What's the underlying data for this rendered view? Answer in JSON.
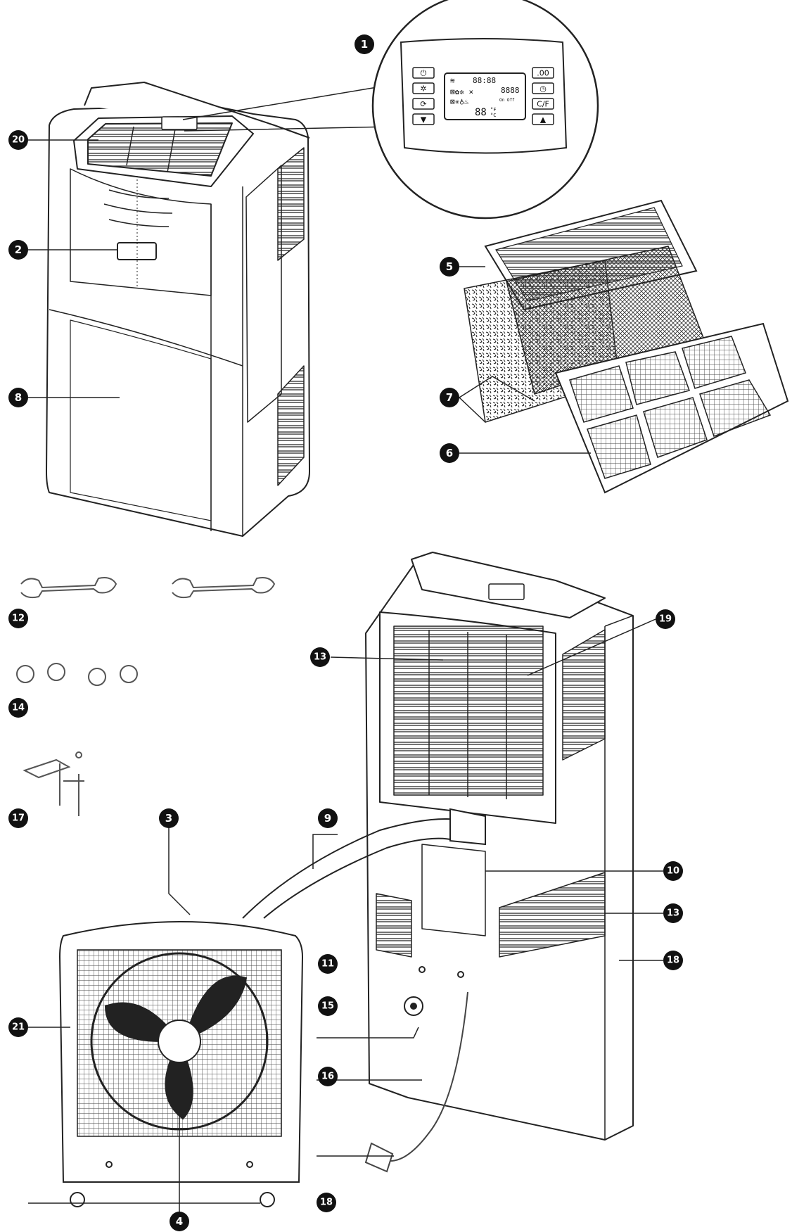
{
  "callouts": [
    {
      "id": "1",
      "label": "1"
    },
    {
      "id": "2",
      "label": "2"
    },
    {
      "id": "3",
      "label": "3"
    },
    {
      "id": "4",
      "label": "4"
    },
    {
      "id": "5",
      "label": "5"
    },
    {
      "id": "6",
      "label": "6"
    },
    {
      "id": "7",
      "label": "7"
    },
    {
      "id": "8",
      "label": "8"
    },
    {
      "id": "9",
      "label": "9"
    },
    {
      "id": "10",
      "label": "10"
    },
    {
      "id": "11",
      "label": "11"
    },
    {
      "id": "12",
      "label": "12"
    },
    {
      "id": "13a",
      "label": "13"
    },
    {
      "id": "13b",
      "label": "13"
    },
    {
      "id": "14",
      "label": "14"
    },
    {
      "id": "15",
      "label": "15"
    },
    {
      "id": "16",
      "label": "16"
    },
    {
      "id": "17",
      "label": "17"
    },
    {
      "id": "18a",
      "label": "18"
    },
    {
      "id": "18b",
      "label": "18"
    },
    {
      "id": "19",
      "label": "19"
    },
    {
      "id": "20",
      "label": "20"
    },
    {
      "id": "21",
      "label": "21"
    }
  ],
  "control_panel": {
    "display_time": "88:88",
    "display_timer": "8888",
    "display_temp": "88",
    "unit_f": "°F",
    "unit_c": "°C",
    "on_off": "On  Off",
    "buttons_right": [
      ".00",
      "",
      "C/F",
      "▲"
    ],
    "buttons_left": [
      "",
      "",
      "",
      "▼"
    ]
  }
}
